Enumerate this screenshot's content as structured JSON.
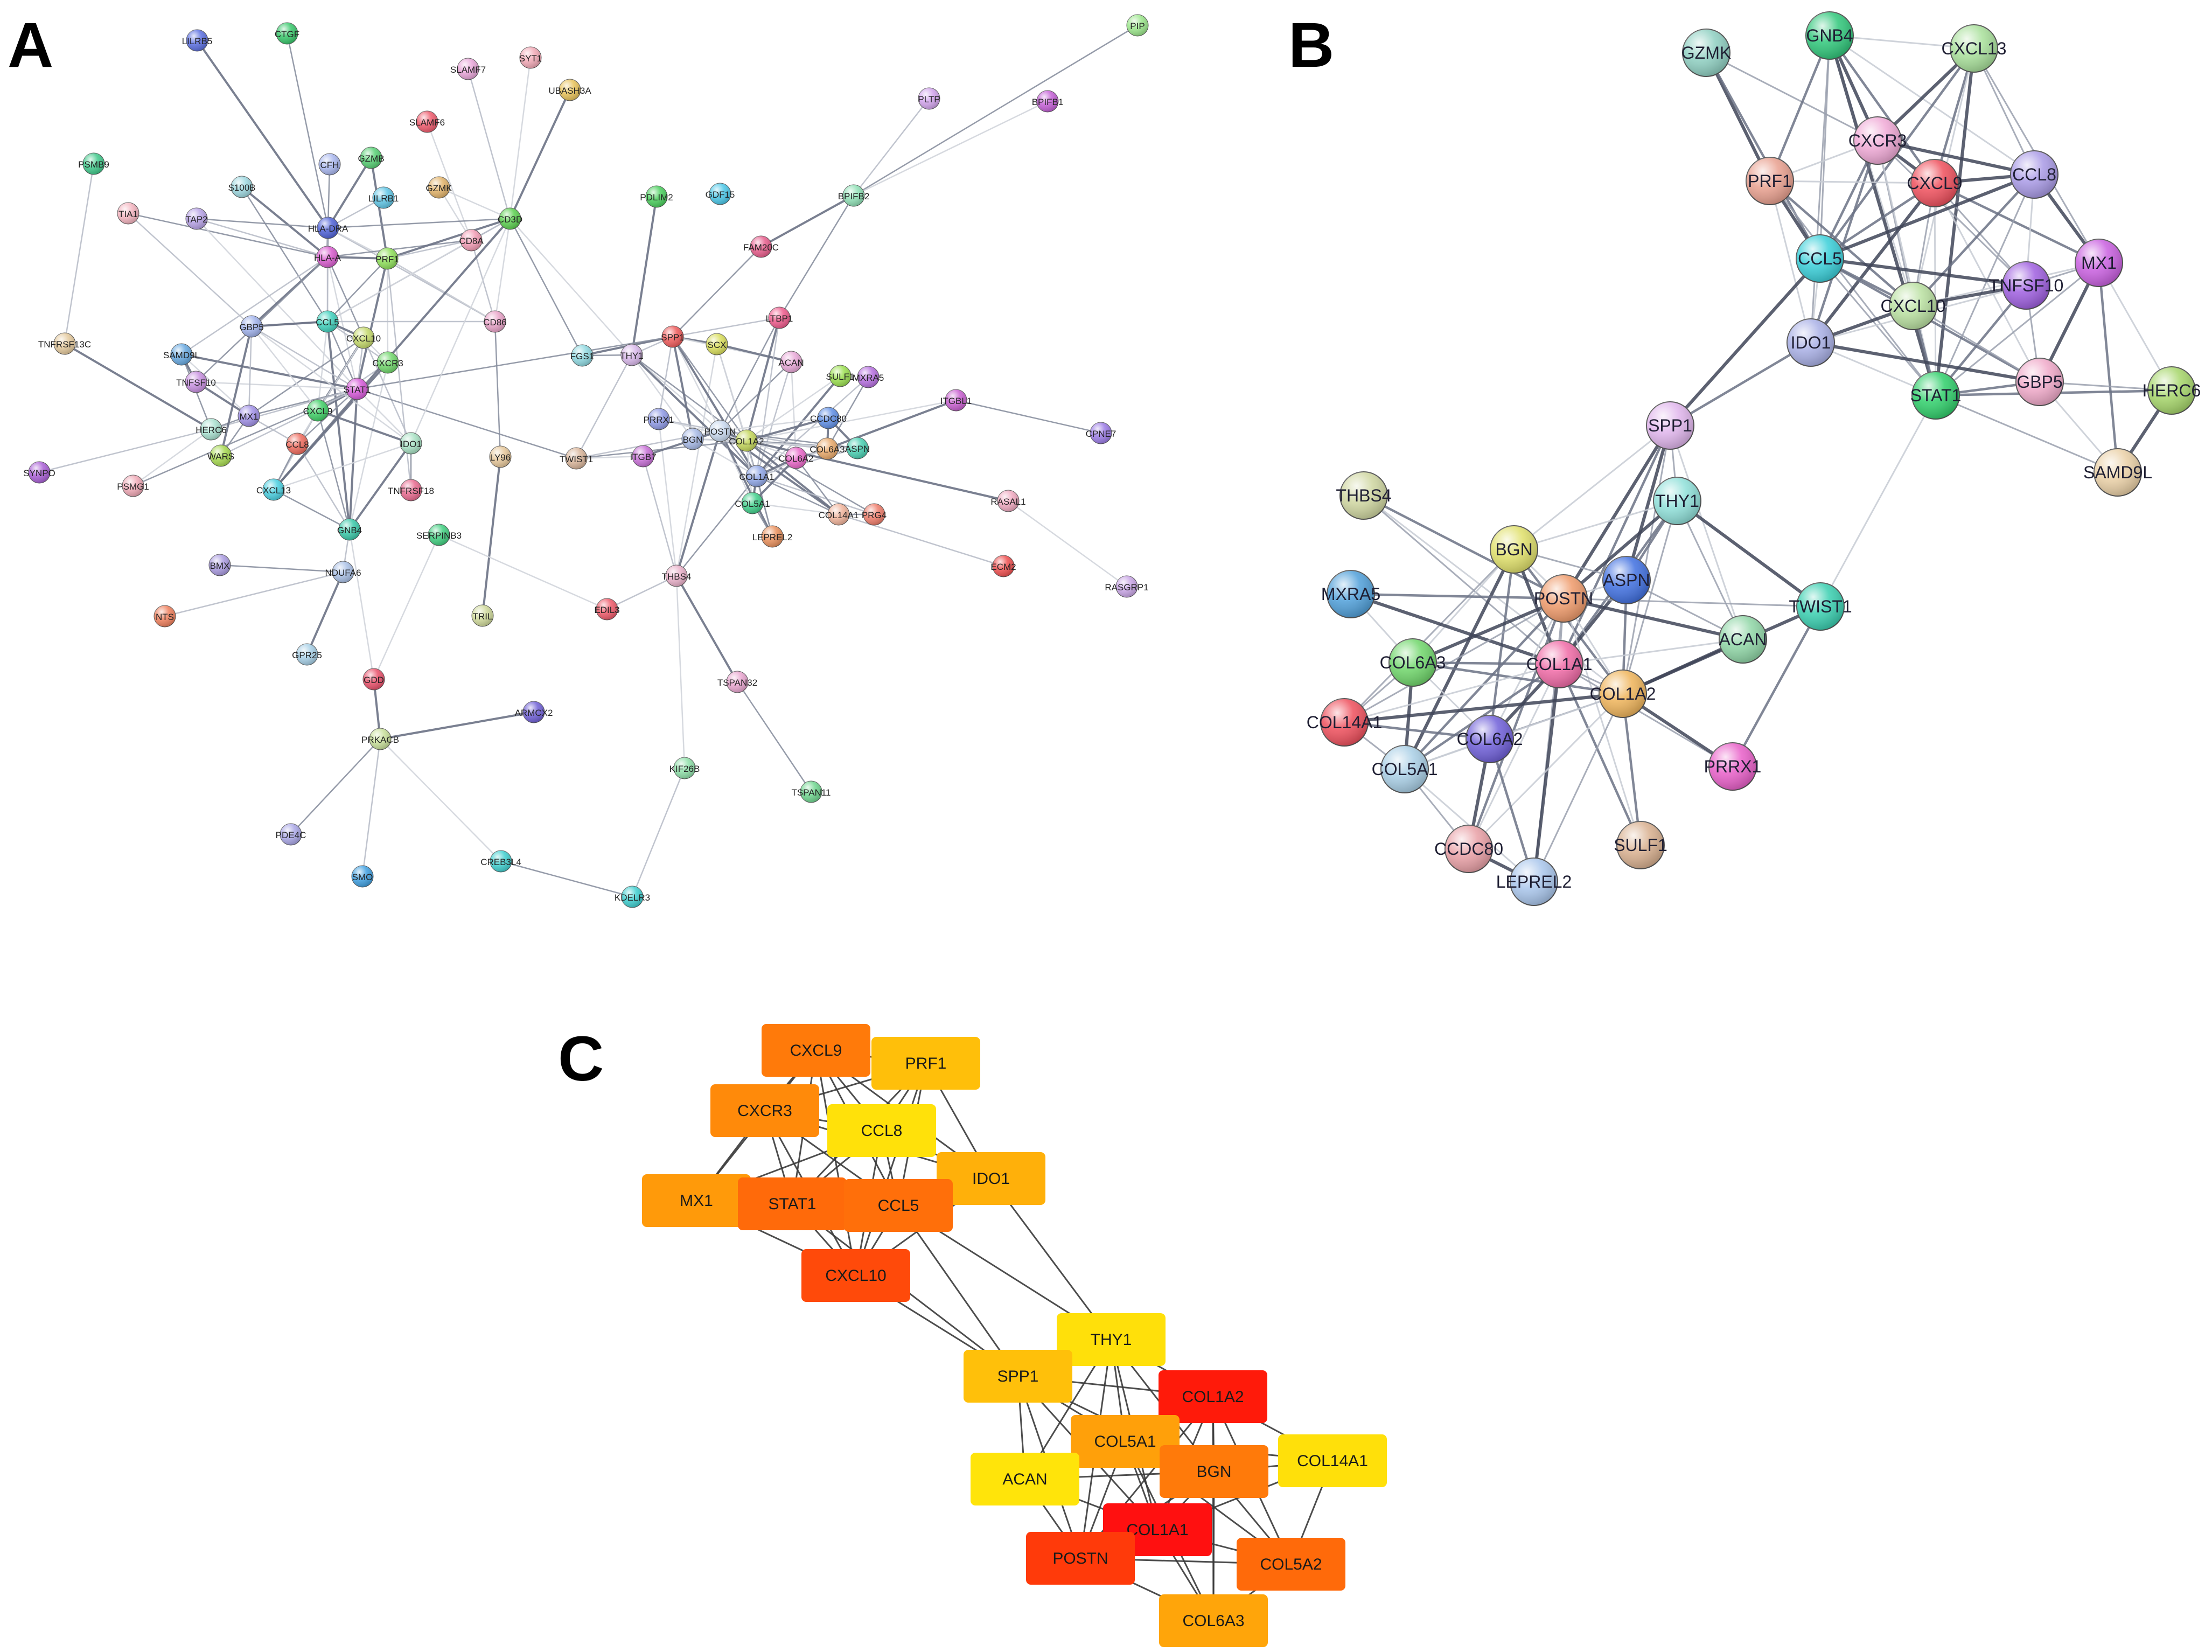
{
  "panels": {
    "A": {
      "letter": "A",
      "nodes": [
        {
          "id": "LILRB5",
          "color": "#5b6fe0"
        },
        {
          "id": "CTGF",
          "color": "#37c76a"
        },
        {
          "id": "SLAMF7",
          "color": "#e9a6d9"
        },
        {
          "id": "SYT1",
          "color": "#f2a9b6"
        },
        {
          "id": "UBASH3A",
          "color": "#e8c35a"
        },
        {
          "id": "PIP",
          "color": "#9be68b"
        },
        {
          "id": "PLTP",
          "color": "#d2a4ec"
        },
        {
          "id": "BPIFB1",
          "color": "#c45fd6"
        },
        {
          "id": "PSMB9",
          "color": "#3fc98a"
        },
        {
          "id": "SLAMF6",
          "color": "#ef5a6c"
        },
        {
          "id": "GZMB",
          "color": "#56cf73"
        },
        {
          "id": "CFH",
          "color": "#a8b6ee"
        },
        {
          "id": "LILRB1",
          "color": "#5fc6e6"
        },
        {
          "id": "GZMK",
          "color": "#e2b36a"
        },
        {
          "id": "S100B",
          "color": "#9ed8e0"
        },
        {
          "id": "TIA1",
          "color": "#f4b4bf"
        },
        {
          "id": "TAP2",
          "color": "#b7a2e6"
        },
        {
          "id": "HLA-DRA",
          "color": "#4f62d8"
        },
        {
          "id": "CD3D",
          "color": "#5bd04f"
        },
        {
          "id": "PDLIM2",
          "color": "#49cf5c"
        },
        {
          "id": "GDF15",
          "color": "#49c7e8"
        },
        {
          "id": "BPIFB2",
          "color": "#8fe0b5"
        },
        {
          "id": "HLA-A",
          "color": "#d95ccf"
        },
        {
          "id": "PRF1",
          "color": "#8ee059"
        },
        {
          "id": "CD8A",
          "color": "#f29cb4"
        },
        {
          "id": "FAM20C",
          "color": "#e85d8c"
        },
        {
          "id": "TNFRSF13C",
          "color": "#e4c99c"
        },
        {
          "id": "GBP5",
          "color": "#9fb1ea"
        },
        {
          "id": "CCL5",
          "color": "#3fd1bd"
        },
        {
          "id": "CXCL10",
          "color": "#c4d96a"
        },
        {
          "id": "CD86",
          "color": "#e9a3c8"
        },
        {
          "id": "LTBP1",
          "color": "#ef5a8c"
        },
        {
          "id": "SAMD9L",
          "color": "#66a8e0"
        },
        {
          "id": "CXCR3",
          "color": "#6fd66a"
        },
        {
          "id": "FGS1",
          "color": "#8ed8e0"
        },
        {
          "id": "THY1",
          "color": "#d8b7ea"
        },
        {
          "id": "SPP1",
          "color": "#ef5a5a"
        },
        {
          "id": "SCX",
          "color": "#d9de5a"
        },
        {
          "id": "ACAN",
          "color": "#e9a8d8"
        },
        {
          "id": "SULF1",
          "color": "#9be04f"
        },
        {
          "id": "MXRA5",
          "color": "#b66fe0"
        },
        {
          "id": "TNFSF10",
          "color": "#c78fe0"
        },
        {
          "id": "STAT1",
          "color": "#d659d9"
        },
        {
          "id": "HERC6",
          "color": "#a8e0cf"
        },
        {
          "id": "MX1",
          "color": "#9f8fe6"
        },
        {
          "id": "CXCL9",
          "color": "#3fcf66"
        },
        {
          "id": "ITGBL1",
          "color": "#c85fd0"
        },
        {
          "id": "CPNE7",
          "color": "#9b7be6"
        },
        {
          "id": "PRRX1",
          "color": "#8f9ae6"
        },
        {
          "id": "POSTN",
          "color": "#c7d8ee"
        },
        {
          "id": "COL1A2",
          "color": "#c3d65a"
        },
        {
          "id": "CCDC80",
          "color": "#5f8fe6"
        },
        {
          "id": "ASPN",
          "color": "#49d0b2"
        },
        {
          "id": "BGN",
          "color": "#a6b9e6"
        },
        {
          "id": "COL6A3",
          "color": "#e9a96a"
        },
        {
          "id": "COL6A2",
          "color": "#e966c8"
        },
        {
          "id": "SYNPO",
          "color": "#a95fd6"
        },
        {
          "id": "PSMG1",
          "color": "#f0a9b6"
        },
        {
          "id": "WARS",
          "color": "#a6d94f"
        },
        {
          "id": "CCL8",
          "color": "#ef6a5c"
        },
        {
          "id": "IDO1",
          "color": "#a6e0c2"
        },
        {
          "id": "LY96",
          "color": "#e6c79a"
        },
        {
          "id": "TWIST1",
          "color": "#d9b59a"
        },
        {
          "id": "ITGB7",
          "color": "#c76fd6"
        },
        {
          "id": "COL1A1",
          "color": "#8fa6e6"
        },
        {
          "id": "RASAL1",
          "color": "#f0a9c0"
        },
        {
          "id": "CXCL13",
          "color": "#49cfe0"
        },
        {
          "id": "TNFRSF18",
          "color": "#e96a8f"
        },
        {
          "id": "GNB4",
          "color": "#39c9a9"
        },
        {
          "id": "SERPINB3",
          "color": "#3fcf7f"
        },
        {
          "id": "COL5A1",
          "color": "#3fcf8a"
        },
        {
          "id": "COL14A1",
          "color": "#f0b39a"
        },
        {
          "id": "PRG4",
          "color": "#ef7c6a"
        },
        {
          "id": "LEPREL2",
          "color": "#e9905c"
        },
        {
          "id": "BMX",
          "color": "#a99ae0"
        },
        {
          "id": "NDUFA6",
          "color": "#a9c0e6"
        },
        {
          "id": "THBS4",
          "color": "#e9b0c9"
        },
        {
          "id": "ECM2",
          "color": "#ef4f4f"
        },
        {
          "id": "RASGRP1",
          "color": "#c9a6e6"
        },
        {
          "id": "NTS",
          "color": "#ef7f5c"
        },
        {
          "id": "TRIL",
          "color": "#cfd99a"
        },
        {
          "id": "EDIL3",
          "color": "#ef5a6a"
        },
        {
          "id": "GPR25",
          "color": "#a6cfe6"
        },
        {
          "id": "TSPAN32",
          "color": "#e9a6d0"
        },
        {
          "id": "GDD",
          "color": "#e9506a"
        },
        {
          "id": "ARMCX2",
          "color": "#6f5fd6"
        },
        {
          "id": "PRKACB",
          "color": "#c8e09a"
        },
        {
          "id": "KIF26B",
          "color": "#8fe0a9"
        },
        {
          "id": "TSPAN11",
          "color": "#6fd68f"
        },
        {
          "id": "PDE4C",
          "color": "#a9a6e6"
        },
        {
          "id": "CREB3L4",
          "color": "#3fcfcf"
        },
        {
          "id": "SMO",
          "color": "#3f9fe0"
        },
        {
          "id": "KDELR3",
          "color": "#3fcfd0"
        }
      ]
    },
    "B": {
      "letter": "B",
      "nodes": [
        {
          "id": "GZMK",
          "color": "#8fd0c2"
        },
        {
          "id": "GNB4",
          "color": "#2fc77a"
        },
        {
          "id": "CXCL13",
          "color": "#a8e09a"
        },
        {
          "id": "CXCR3",
          "color": "#f0a9d6"
        },
        {
          "id": "PRF1",
          "color": "#e9a08f"
        },
        {
          "id": "CXCL9",
          "color": "#ef4f5c"
        },
        {
          "id": "CCL8",
          "color": "#a99ae6"
        },
        {
          "id": "CCL5",
          "color": "#39cfd9"
        },
        {
          "id": "MX1",
          "color": "#c95fe0"
        },
        {
          "id": "TNFSF10",
          "color": "#9f5fe0"
        },
        {
          "id": "CXCL10",
          "color": "#b9e0a0"
        },
        {
          "id": "IDO1",
          "color": "#a9b0e6"
        },
        {
          "id": "GBP5",
          "color": "#f0a9c9"
        },
        {
          "id": "HERC6",
          "color": "#a6d66a"
        },
        {
          "id": "STAT1",
          "color": "#2fcf6a"
        },
        {
          "id": "SAMD9L",
          "color": "#ead0a6"
        },
        {
          "id": "SPP1",
          "color": "#e0b5ec"
        },
        {
          "id": "THBS4",
          "color": "#cfd6a0"
        },
        {
          "id": "THY1",
          "color": "#8fe0d9"
        },
        {
          "id": "BGN",
          "color": "#e0e06a"
        },
        {
          "id": "ASPN",
          "color": "#3f6fe0"
        },
        {
          "id": "MXRA5",
          "color": "#4f9fd9"
        },
        {
          "id": "POSTN",
          "color": "#ef9a6a"
        },
        {
          "id": "TWIST1",
          "color": "#39cfb0"
        },
        {
          "id": "ACAN",
          "color": "#8fd6a6"
        },
        {
          "id": "COL6A3",
          "color": "#6fd66a"
        },
        {
          "id": "COL1A1",
          "color": "#f06aa6"
        },
        {
          "id": "COL1A2",
          "color": "#efb45a"
        },
        {
          "id": "COL14A1",
          "color": "#ef4f5c"
        },
        {
          "id": "COL6A2",
          "color": "#6f5fd9"
        },
        {
          "id": "PRRX1",
          "color": "#e95fc9"
        },
        {
          "id": "COL5A1",
          "color": "#a9cfe6"
        },
        {
          "id": "SULF1",
          "color": "#d9b08f"
        },
        {
          "id": "CCDC80",
          "color": "#e9a0a6"
        },
        {
          "id": "LEPREL2",
          "color": "#a9c6ec"
        }
      ]
    },
    "C": {
      "letter": "C",
      "nodes": [
        {
          "id": "CXCL9",
          "color": "#ff7a0a"
        },
        {
          "id": "PRF1",
          "color": "#ffbf0a"
        },
        {
          "id": "CXCR3",
          "color": "#ff8a0a"
        },
        {
          "id": "CCL8",
          "color": "#ffe10a"
        },
        {
          "id": "IDO1",
          "color": "#ffb00a"
        },
        {
          "id": "MX1",
          "color": "#ff9a0a"
        },
        {
          "id": "STAT1",
          "color": "#ff6a0a"
        },
        {
          "id": "CCL5",
          "color": "#ff6f0a"
        },
        {
          "id": "CXCL10",
          "color": "#ff4a0a"
        },
        {
          "id": "THY1",
          "color": "#ffe00a"
        },
        {
          "id": "SPP1",
          "color": "#ffc00a"
        },
        {
          "id": "COL1A2",
          "color": "#ff1a0a"
        },
        {
          "id": "COL5A1",
          "color": "#ffa00a"
        },
        {
          "id": "ACAN",
          "color": "#ffe40a"
        },
        {
          "id": "BGN",
          "color": "#ff7a0a"
        },
        {
          "id": "COL14A1",
          "color": "#ffe00a"
        },
        {
          "id": "COL1A1",
          "color": "#ff1010"
        },
        {
          "id": "POSTN",
          "color": "#ff3a0a"
        },
        {
          "id": "COL5A2",
          "color": "#ff6a0a"
        },
        {
          "id": "COL6A3",
          "color": "#ffa50a"
        }
      ]
    }
  }
}
